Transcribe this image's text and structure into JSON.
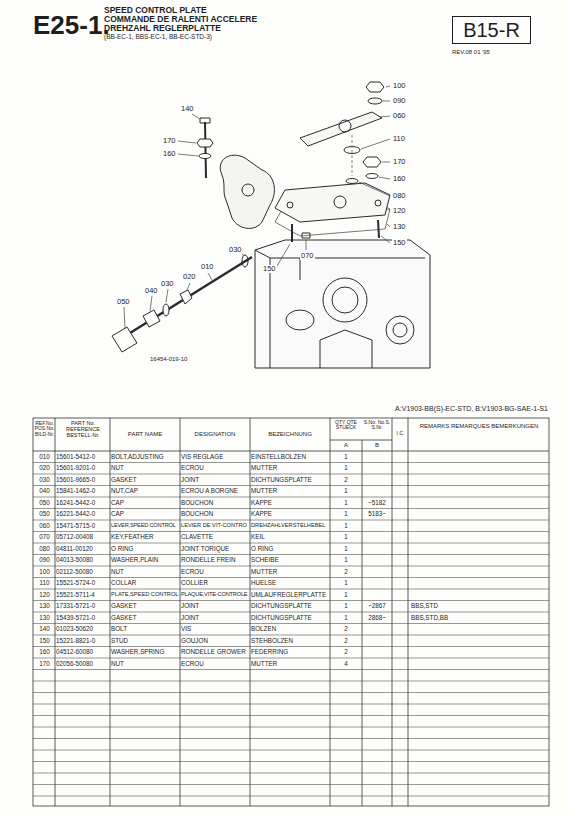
{
  "diagram": {
    "nodes": [
      {
        "text": [
          "B15-R"
        ]
      }
    ],
    "labels": [
      "E25-1.",
      "SPEED CONTROL PLATE",
      "COMMANDE DE RALENTI ACCELERE",
      "DREHZAHL REGLERPLATTE",
      "(BB-EC-1, BBS-EC-1, BB-EC-STD-3)",
      "REV.08 01 '95",
      "100",
      "090",
      "060",
      "140",
      "110",
      "170",
      "160",
      "170",
      "160",
      "080",
      "120",
      "130",
      "150",
      "070",
      "150",
      "030",
      "010",
      "020",
      "030",
      "040",
      "050",
      "16454-019-10",
      "A:V1903-BB(S)-EC-STD, B:V1903-BG-SAE-1-S1",
      "REF.No. POS.No. BILD-Nr.",
      "PART No. REFERENCE BESTELL-Nr.",
      "PART NAME",
      "DESIGNATION",
      "BEZEICHNUNG",
      "QTY QTE STUECK",
      "S.No. No.S. S.Nr.",
      "I.C.",
      "REMARKS REMARQUES BEMERKUNGEN",
      "A",
      "B",
      "010",
      "15601-5412-0",
      "BOLT,ADJUSTING",
      "VIS REGLAGE",
      "EINSTELLBOLZEN",
      "1",
      "020",
      "15601-9201-0",
      "NUT",
      "ECROU",
      "MUTTER",
      "1",
      "030",
      "15601-9665-0",
      "GASKET",
      "JOINT",
      "DICHTUNGSPLATTE",
      "2",
      "040",
      "15841-1462-0",
      "NUT,CAP",
      "ECROU A BORGNE",
      "MUTTER",
      "1",
      "050",
      "16241-5442-0",
      "CAP",
      "BOUCHON",
      "KAPPE",
      "1",
      "~5182",
      "050",
      "16221-5442-0",
      "CAP",
      "BOUCHON",
      "KAPPE",
      "1",
      "5183~",
      "060",
      "15471-5715-0",
      "LEVER,SPEED CONTROL",
      "LEVIER DE VIT-CONTRO",
      "DREHZAHLVERSTELHEBEL",
      "1",
      "070",
      "05712-00408",
      "KEY,FEATHER",
      "CLAVETTE",
      "KEIL",
      "1",
      "080",
      "04811-00120",
      "O RING",
      "JOINT TORIQUE",
      "O RING",
      "1",
      "090",
      "04013-50080",
      "WASHER,PLAIN",
      "RONDELLE FREIN",
      "SCHEIBE",
      "1",
      "100",
      "02112-50080",
      "NUT",
      "ECROU",
      "MUTTER",
      "2",
      "110",
      "15521-5724-0",
      "COLLAR",
      "COLLIER",
      "HUELSE",
      "1",
      "120",
      "15521-5711-4",
      "PLATE,SPEED CONTROL",
      "PLAQUE,VITE-CONTROLE",
      "UMLAUFREGLERPLATTE",
      "1",
      "130",
      "17331-5721-0",
      "GASKET",
      "JOINT",
      "DICHTUNGSPLATTE",
      "1",
      "~2867",
      "BBS,STD",
      "130",
      "15439-5721-0",
      "GASKET",
      "JOINT",
      "DICHTUNGSPLATTE",
      "1",
      "2868~",
      "BBS,STD,BB",
      "140",
      "01023-50620",
      "BOLT",
      "VIS",
      "BOLZEN",
      "2",
      "150",
      "15221-8821-0",
      "STUD",
      "GOUJON",
      "STEHBOLZEN",
      "2",
      "160",
      "04512-60080",
      "WASHER,SPRING",
      "RONDELLE GROWER",
      "FEDERRING",
      "2",
      "170",
      "02056-50080",
      "NUT",
      "ECROU",
      "MUTTER",
      "4"
    ]
  }
}
